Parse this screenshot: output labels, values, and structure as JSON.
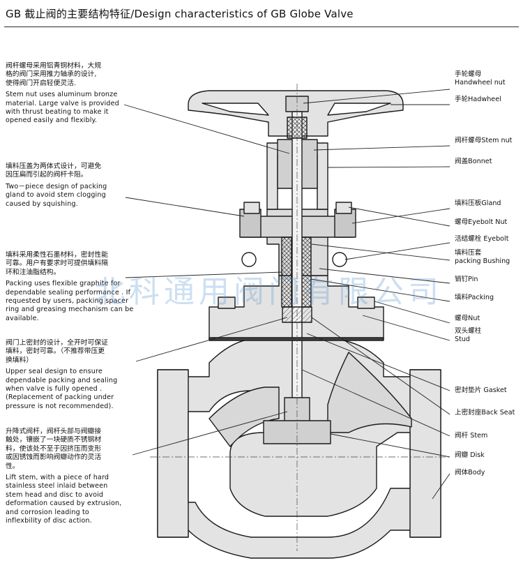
{
  "title": "GB 截止阀的主要结构特征/Design characteristics of GB Globe Valve",
  "blocks": [
    {
      "zh": "阀杆螺母采用铝青铜材料，大规\n格的阀门采用推力轴承的设计,\n使得阀门开启轻便灵活.",
      "en": "Stem nut uses aluminum bronze\nmaterial. Large valve is provided\nwith thrust beating to make it\nopened easily and flexibly."
    },
    {
      "zh": "填料压盖为两体式设计，可避免\n因压扁而引起的阀杆卡阻。",
      "en": "Two－piece design of packing\ngland to avoid stem clogging\ncaused by squishing."
    },
    {
      "zh": "填料采用柔性石墨材料，密封性能\n可靠。用户有要求时可提供填料隔\n环和注油脂结构。",
      "en": "Packing uses flexible graphite for\ndependable sealing performance . If\nrequested by users, packing spacer\nring and greasing mechanism can be\navailable."
    },
    {
      "zh": "阀门上密封的设计，全开时可保证\n填料，密封可靠。（不推荐带压更\n换填料）",
      "en": "Upper seal design to ensure\ndependable packing and sealing\nwhen valve is fully opened .\n(Replacement of packing under\npressure is not  recommended)."
    },
    {
      "zh": "升降式阀杆，阀杆头部与阀瓣接\n触处，镶嵌了一块硬质不锈钢材\n料，使该处不至于因挤压而变形\n或因锈蚀而影响阀瓣动作的灵活\n性。",
      "en": "Lift stem, with a piece of hard\nstainless steel inlaid between\nstem head and disc to avoid\ndeformation caused by extrusion,\nand  corrosion  leading  to\ninflexbility of disc action."
    }
  ],
  "labels": [
    "手轮螺母\nHandwheel nut",
    "手轮Hadwheel",
    "阀杆螺母Stem nut",
    "阀盖Bonnet",
    "填料压板Gland",
    "螺母Eyebolt Nut",
    "活结螺栓 Eyebolt",
    "填料压套\npacking Bushing",
    "销钉Pin",
    "填料Packing",
    "螺母Nut",
    "双头螺柱\nStud",
    "密封垫片 Gasket",
    "上密封座Back Seat",
    "阀杆 Stem",
    "阀瓣 Disk",
    "阀体Body"
  ],
  "watermark": "北科通用阀门有限公司"
}
